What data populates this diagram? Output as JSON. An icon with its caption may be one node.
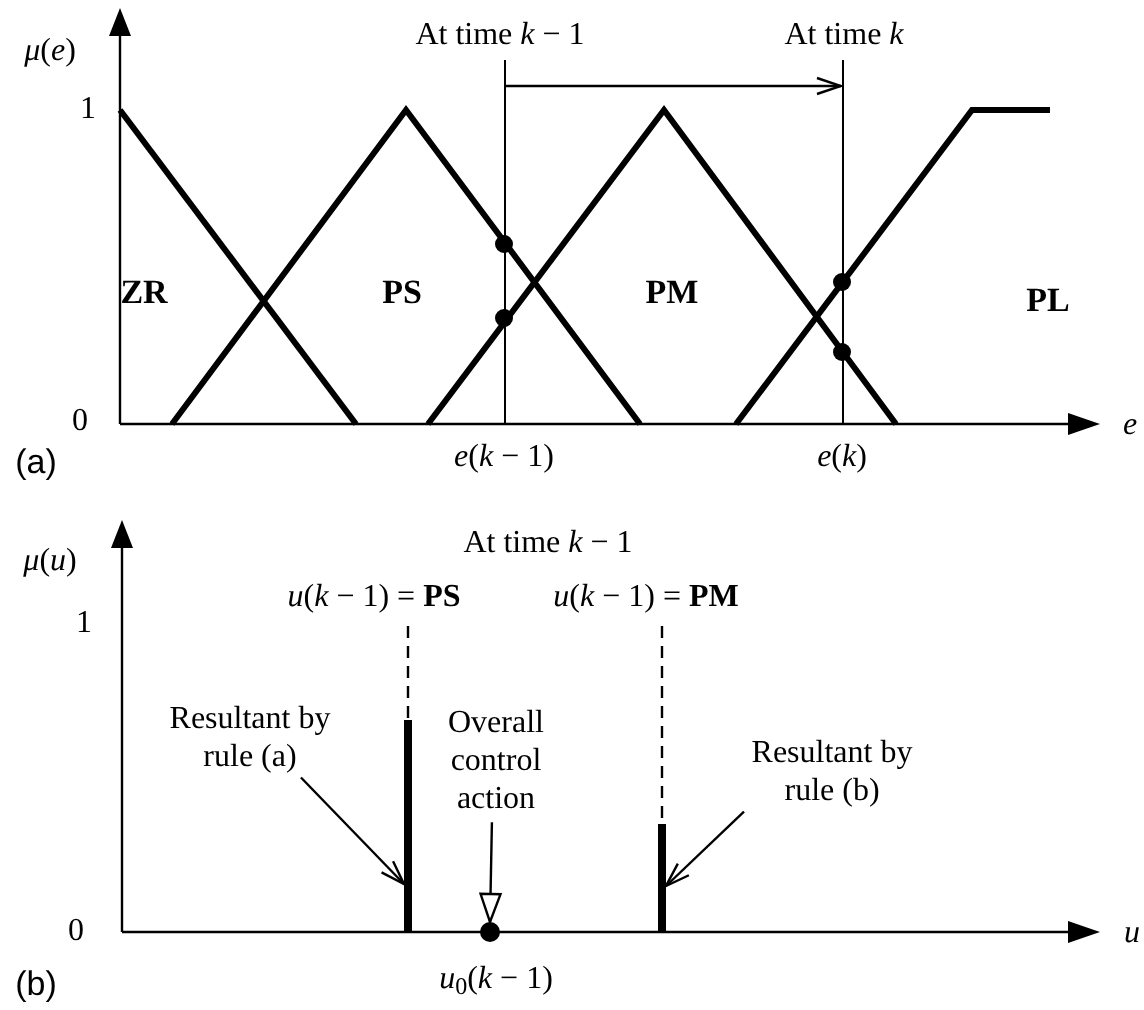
{
  "diagram": {
    "nodes": [
      {
        "text": [],
        "shape": "bar",
        "beside": [
          "At time *k* − 1"
        ]
      },
      {
        "text": [],
        "shape": "bar",
        "beside": [
          "At time *k*"
        ]
      },
      {
        "text": [
          "Resultant by rule (a)"
        ]
      },
      {
        "text": [],
        "shape": "bar"
      },
      {
        "text": [
          "Overall control action"
        ]
      },
      {
        "text": [],
        "shape": "circle"
      },
      {
        "text": [
          "Resultant by rule (b)"
        ]
      },
      {
        "text": [],
        "shape": "bar"
      }
    ],
    "edges": [
      {
        "from": 0,
        "to": 1,
        "arrow": "to"
      },
      {
        "from": 2,
        "to": 3,
        "arrow": "to"
      },
      {
        "from": 4,
        "to": 5,
        "arrow": "to"
      },
      {
        "from": 6,
        "to": 7,
        "arrow": "to"
      }
    ],
    "labels": [
      "*μ*(*e*)",
      "1",
      "ZR",
      "PS",
      "PM",
      "PL",
      "0",
      "*e*",
      "(a)",
      "*e*(*k* − 1)",
      "*e*(*k*)",
      "*μ*(*u*)",
      "At time *k* − 1",
      "*u*(*k* − 1) = **PS**",
      "*u*(*k* − 1) = **PM**",
      "1",
      "0",
      "*u*",
      "(b)",
      "*u*$_{0}$(*k* − 1)"
    ]
  }
}
